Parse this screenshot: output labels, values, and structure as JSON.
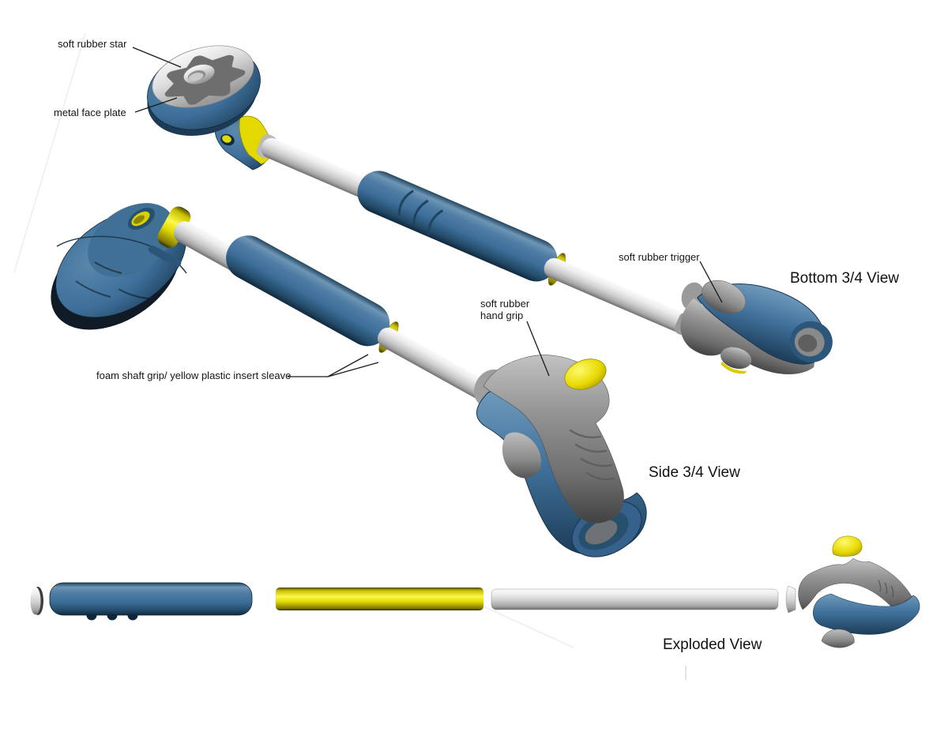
{
  "document": {
    "type": "industrial-design concept sheet",
    "product": "telescoping massage tool"
  },
  "views": {
    "bottom34": {
      "label": "Bottom 3/4 View"
    },
    "side34": {
      "label": "Side 3/4 View"
    },
    "exploded": {
      "label": "Exploded View"
    }
  },
  "annotations": {
    "soft_rubber_star": {
      "text": "soft rubber star"
    },
    "metal_face_plate": {
      "text": "metal face plate"
    },
    "soft_rubber_trigger": {
      "text": "soft rubber trigger"
    },
    "soft_rubber_hand_grip": {
      "text": "soft rubber\nhand grip"
    },
    "foam_shaft_grip": {
      "text": "foam shaft grip/ yellow plastic insert sleave"
    }
  },
  "colors": {
    "body_blue": "#3d6f9a",
    "blue_dark": "#16354d",
    "accent_yellow": "#e8dc00",
    "rubber_gray": "#808080",
    "star_gray": "#6e6e6e",
    "metal_silver": "#d9d9d9",
    "text": "#161616",
    "background": "#ffffff"
  }
}
